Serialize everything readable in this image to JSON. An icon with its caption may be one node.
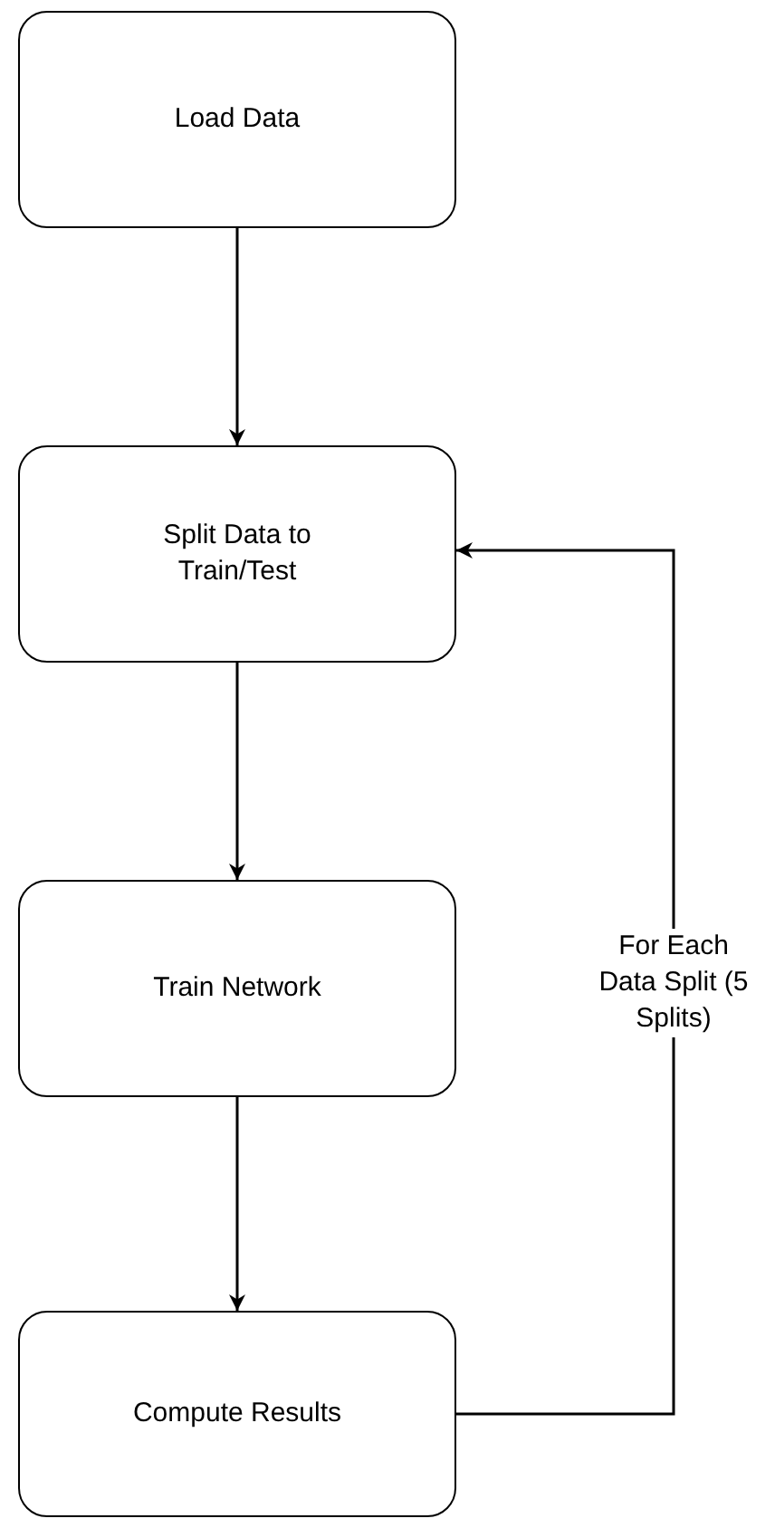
{
  "diagram": {
    "nodes": [
      {
        "text": [
          "Load Data"
        ]
      },
      {
        "text": [
          "Split Data to Train/Test"
        ]
      },
      {
        "text": [
          "Train Network"
        ]
      },
      {
        "text": [
          "Compute Results"
        ]
      }
    ],
    "edges": [
      {
        "from": 0,
        "to": 1,
        "arrow": "to"
      },
      {
        "from": 1,
        "to": 2,
        "arrow": "to"
      },
      {
        "from": 2,
        "to": 3,
        "arrow": "to"
      },
      {
        "from": 3,
        "to": 1,
        "arrow": "to",
        "label": "For Each Data Split (5 Splits)"
      }
    ]
  }
}
